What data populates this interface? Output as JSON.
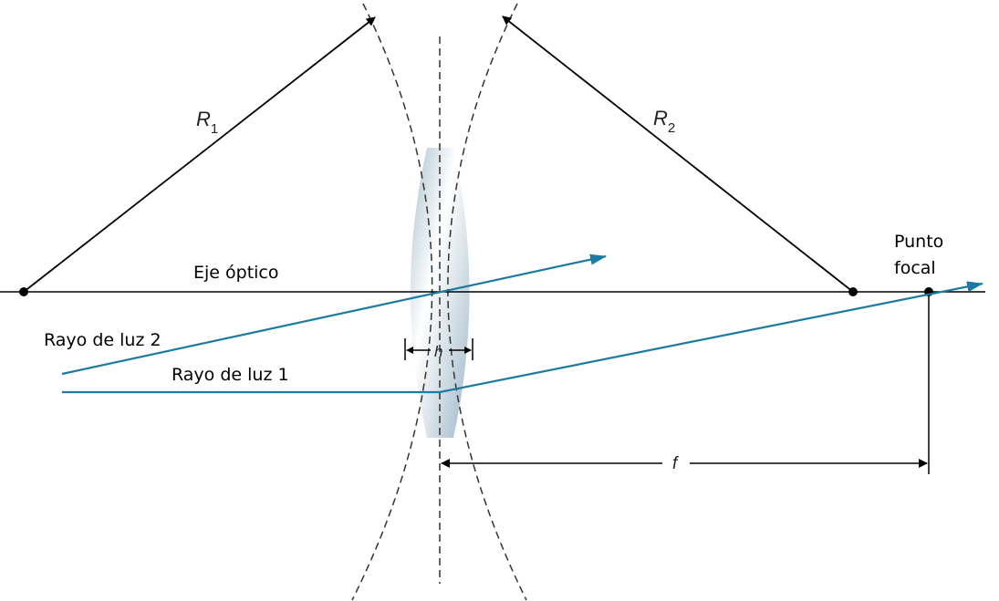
{
  "labels": {
    "optical_axis": "Eje óptico",
    "ray_2": "Rayo de luz 2",
    "ray_1": "Rayo de luz 1",
    "focal_point_line1": "Punto",
    "focal_point_line2": "focal",
    "r1_symbol": "R",
    "r1_subscript": "1",
    "r2_symbol": "R",
    "r2_subscript": "2",
    "thickness": "h",
    "focal_length": "f"
  },
  "colors": {
    "ray": "#1d7aa0",
    "lens_fill_dark": "#9fb9c9",
    "lens_fill_light": "#ffffff",
    "line": "#000000",
    "dashed": "#333333"
  }
}
